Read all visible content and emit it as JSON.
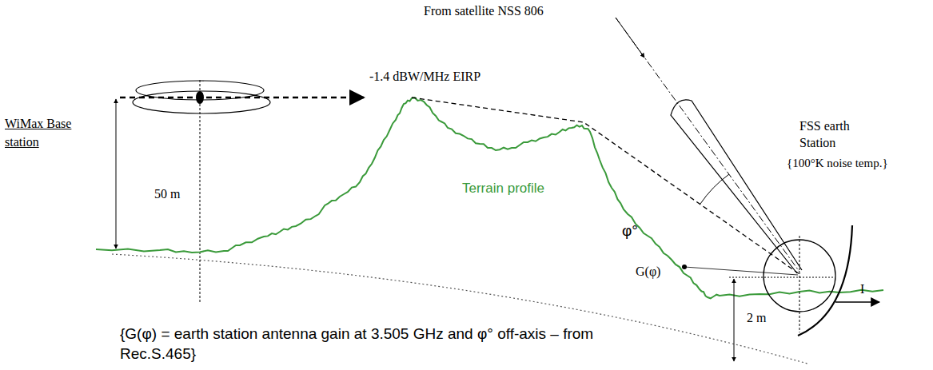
{
  "diagram": {
    "caption": "{G(φ) = earth station antenna gain at 3.505 GHz and φ° off-axis – from Rec.S.465}",
    "labels": [
      "From satellite NSS 806",
      "-1.4 dBW/MHz EIRP",
      "WiMax Base station",
      "50 m",
      "Terrain profile",
      "FSS earth Station",
      "{100°K noise temp.}",
      "φ°",
      "G(φ)",
      "2 m",
      "I"
    ]
  }
}
